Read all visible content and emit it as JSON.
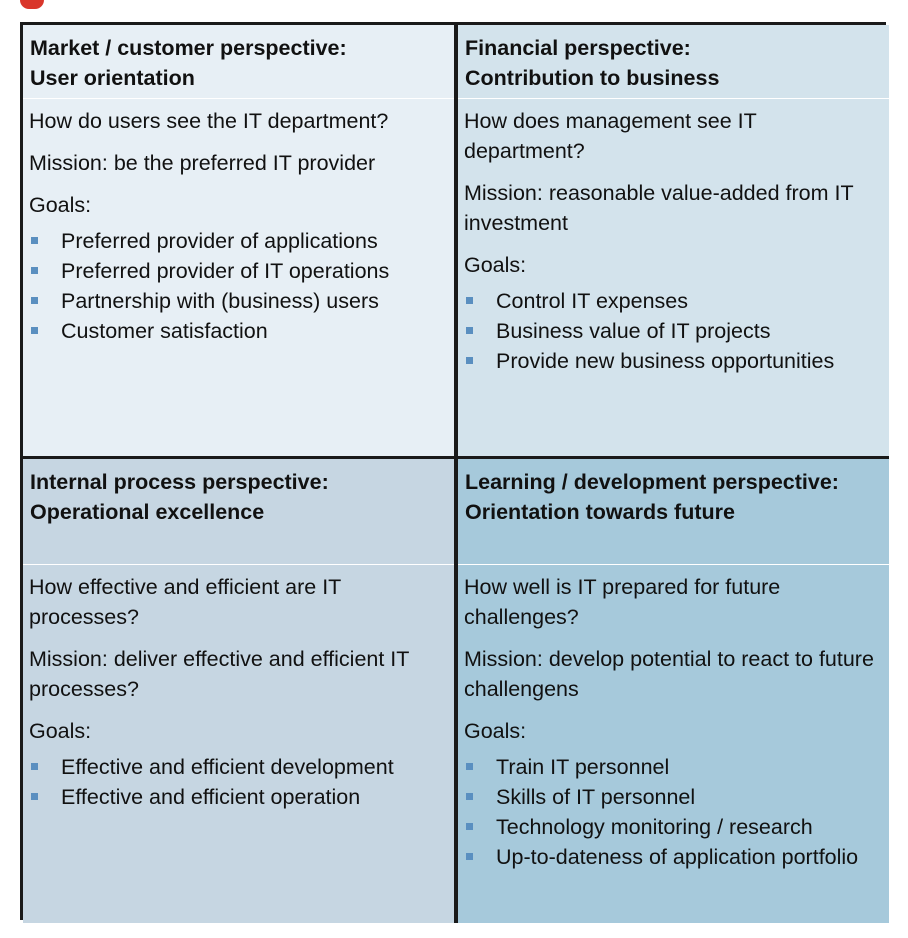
{
  "quadrants": {
    "market": {
      "title": "Market / customer perspective:",
      "subtitle": "User orientation",
      "question": "How do users see the IT department?",
      "mission": "Mission: be the preferred IT provider",
      "goals_label": "Goals:",
      "goals": [
        "Preferred provider of applications",
        "Preferred provider of IT operations",
        "Partnership with (business) users",
        "Customer satisfaction"
      ]
    },
    "financial": {
      "title": "Financial perspective:",
      "subtitle": "Contribution to business",
      "question": "How does management see IT department?",
      "mission": "Mission: reasonable value-added from IT investment",
      "goals_label": "Goals:",
      "goals": [
        "Control IT expenses",
        "Business value of IT projects",
        "Provide new business opportunities"
      ]
    },
    "internal": {
      "title": "Internal process perspective:",
      "subtitle": "Operational excellence",
      "question": "How effective and efficient are IT processes?",
      "mission": "Mission: deliver effective and efficient IT processes?",
      "goals_label": "Goals:",
      "goals": [
        "Effective and efficient development",
        "Effective and efficient operation"
      ]
    },
    "learning": {
      "title": "Learning / development perspective:",
      "subtitle": "Orientation towards future",
      "question": "How well is IT prepared for future challenges?",
      "mission": "Mission: develop potential to react to future challengens",
      "goals_label": "Goals:",
      "goals": [
        "Train IT personnel",
        "Skills of IT personnel",
        "Technology monitoring / research",
        "Up-to-dateness of application portfolio"
      ]
    }
  },
  "colors": {
    "market_bg": "#e7eff5",
    "financial_bg": "#d3e3ec",
    "internal_bg": "#c6d6e2",
    "learning_bg": "#a6c9db",
    "bullet": "#5a8fc0",
    "accent_mark": "#d9362b"
  }
}
